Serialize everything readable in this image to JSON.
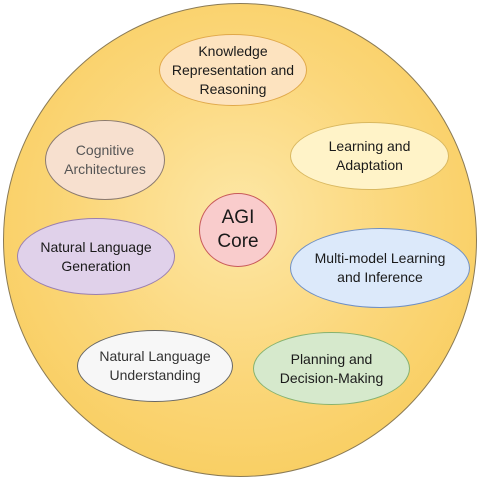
{
  "diagram": {
    "center_label": "AGI\nCore",
    "nodes": {
      "knowledge": "Knowledge\nRepresentation and\nReasoning",
      "cognitive": "Cognitive\nArchitectures",
      "learning": "Learning and\nAdaptation",
      "nlg": "Natural Language\nGeneration",
      "multi": "Multi-model Learning\nand Inference",
      "nlu": "Natural Language\nUnderstanding",
      "planning": "Planning and\nDecision-Making"
    },
    "colors": {
      "outer_circle": "#fbd77b",
      "knowledge": "#fde3bf",
      "cognitive": "#f7e0cf",
      "learning": "#fff3c8",
      "agi_core": "#f9cccc",
      "nlg": "#e0d1ea",
      "multi": "#dce9fa",
      "nlu": "#f7f7f7",
      "planning": "#d6e9cc"
    }
  }
}
